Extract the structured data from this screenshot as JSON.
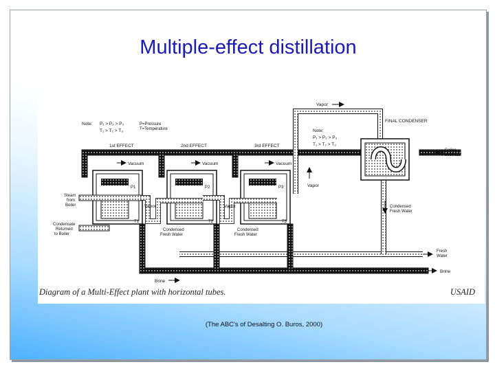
{
  "slide": {
    "title": "Multiple-effect distillation",
    "citation": "(The ABC's of Desalting O. Buros, 2000)"
  },
  "figure": {
    "caption": "Diagram of a Multi-Effect plant with horizontal tubes.",
    "credit": "USAID"
  },
  "diagram": {
    "note_left_label": "Note:",
    "note_left_p": "P₁ > P₂ > P₃",
    "note_left_t": "T₁ > T₂ > T₃",
    "legend_p": "P=Pressure",
    "legend_t": "T=Temperature",
    "note_right_label": "Note:",
    "note_right_p": "P₁ > P₂ > P₃",
    "note_right_t": "T₁ > T₂ > T₃",
    "effect1": "1st EFFECT",
    "effect2": "2nd EFFECT",
    "effect3": "3rd EFFECT",
    "vacuum": "Vacuum",
    "vapor": "Vapor",
    "vapor_top": "Vapor",
    "final_condenser": "FINAL CONDENSER",
    "saline_feedwater": [
      "Saline",
      "Feedwater"
    ],
    "steam_from_boiler": [
      "Steam",
      "from",
      "Boiler"
    ],
    "condensate_returned": [
      "Condensate",
      "Returned",
      "to Boiler"
    ],
    "condensed_fresh_water": [
      "Condensed",
      "Fresh Water"
    ],
    "fresh_water": [
      "Fresh",
      "Water"
    ],
    "brine": "Brine",
    "p1": "P1",
    "t1": "T1",
    "p2": "P2",
    "t2": "T2",
    "p3": "P3",
    "t3": "T3"
  }
}
